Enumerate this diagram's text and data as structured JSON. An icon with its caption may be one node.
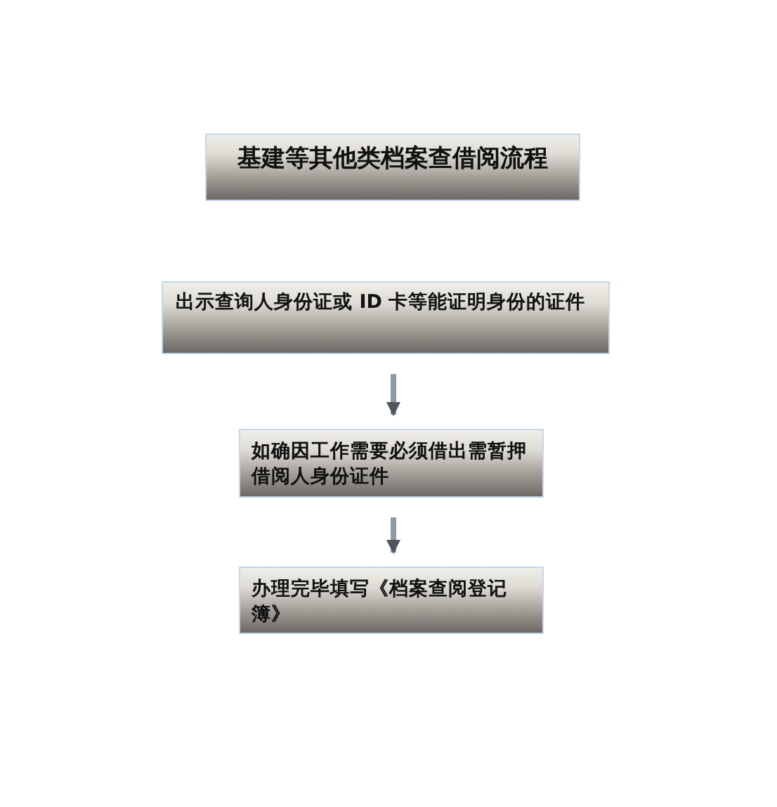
{
  "diagram": {
    "nodes": [
      {
        "text": [
          "基建等其他类档案查借阅流程"
        ]
      },
      {
        "text": [
          "出示查询人身份证或 ID 卡等能证明身份的证件"
        ]
      },
      {
        "text": [
          "如确因工作需要必须借出需暂押借阅人身份证件"
        ]
      },
      {
        "text": [
          "办理完毕填写《档案查阅登记簿》"
        ]
      }
    ],
    "edges": [
      {
        "from": 1,
        "to": 2,
        "arrow": "to"
      },
      {
        "from": 2,
        "to": 3,
        "arrow": "to"
      }
    ]
  }
}
